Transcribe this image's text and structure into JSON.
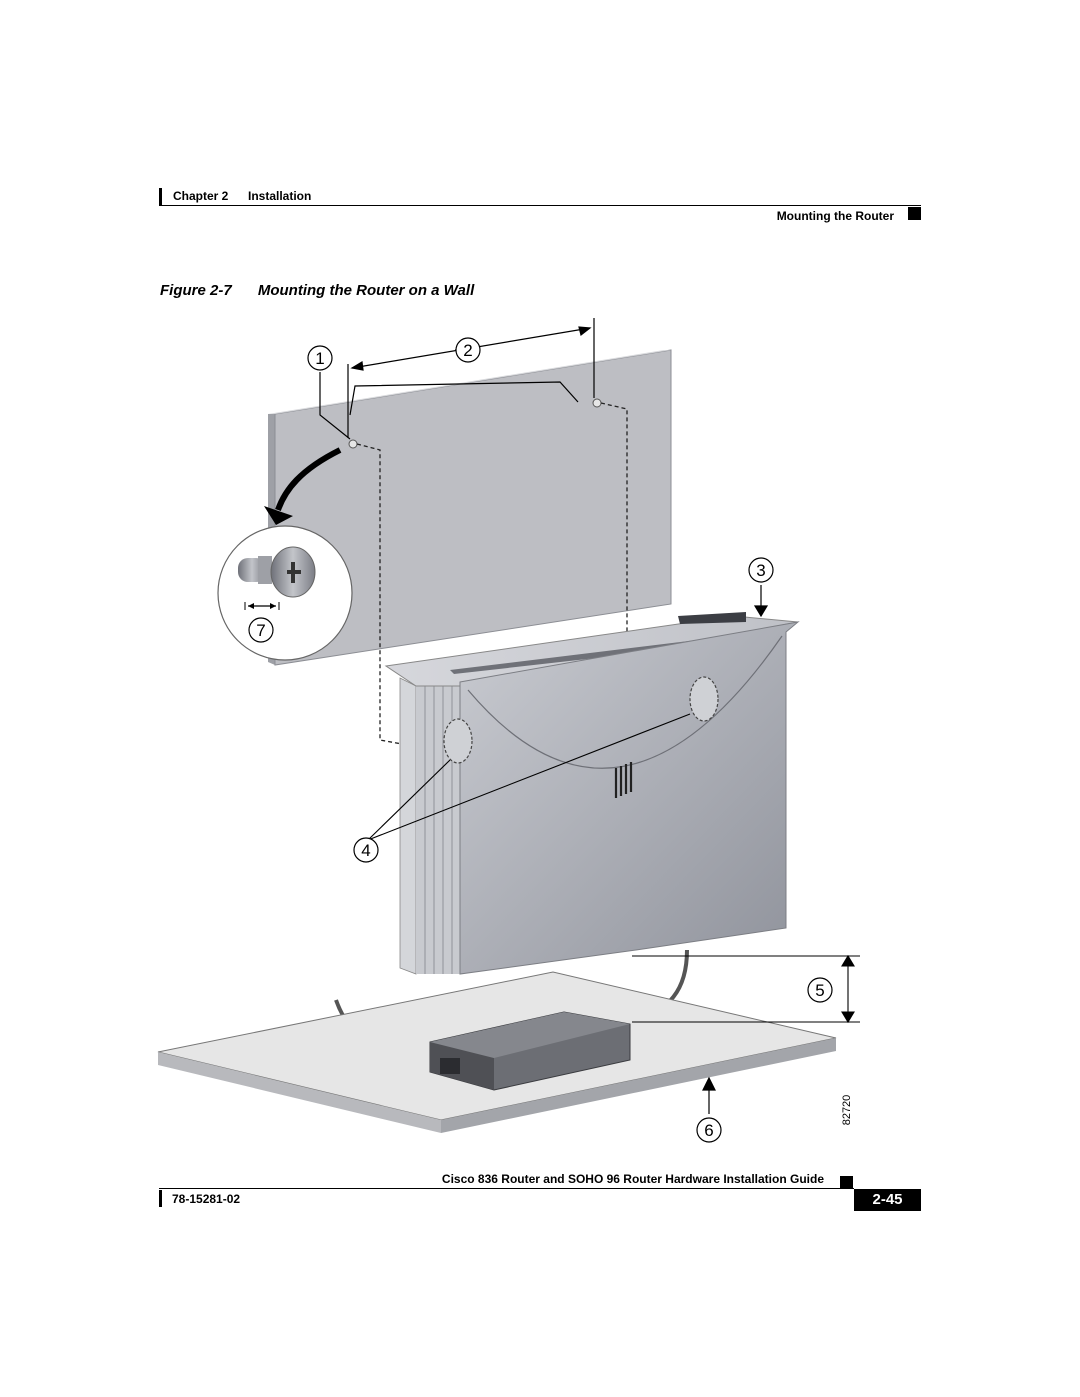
{
  "header": {
    "chapter": "Chapter 2",
    "chapter_title": "Installation",
    "section": "Mounting the Router"
  },
  "figure": {
    "label": "Figure 2-7",
    "title": "Mounting the Router on a Wall",
    "callouts": [
      "1",
      "2",
      "3",
      "4",
      "5",
      "6",
      "7"
    ],
    "art_number": "82720"
  },
  "footer": {
    "guide_title": "Cisco 836 Router and SOHO 96 Router Hardware Installation Guide",
    "doc_number": "78-15281-02",
    "page_number": "2-45"
  }
}
